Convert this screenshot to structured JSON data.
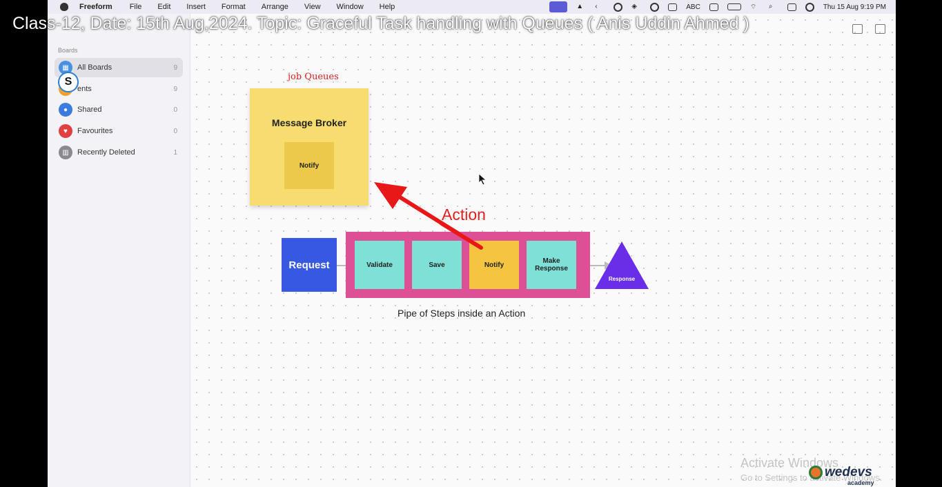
{
  "video": {
    "title": "Class-12, Date: 15th Aug,2024. Topic: Graceful Task handling with Queues ( Anis Uddin Ahmed )",
    "channel_badge": "S"
  },
  "menubar": {
    "app_name": "Freeform",
    "menus": [
      "File",
      "Edit",
      "Insert",
      "Format",
      "Arrange",
      "View",
      "Window",
      "Help"
    ],
    "abc_label": "ABC",
    "datetime": "Thu 15 Aug  9:19 PM"
  },
  "sidebar": {
    "section": "Boards",
    "items": [
      {
        "label": "All Boards",
        "count": "9",
        "icon": "boards-icon",
        "color": "#4a90e2"
      },
      {
        "label": "ents",
        "count": "9",
        "icon": "clock-icon",
        "color": "#f0a030"
      },
      {
        "label": "Shared",
        "count": "0",
        "icon": "people-icon",
        "color": "#3a7be0"
      },
      {
        "label": "Favourites",
        "count": "0",
        "icon": "heart-icon",
        "color": "#e04040"
      },
      {
        "label": "Recently Deleted",
        "count": "1",
        "icon": "trash-icon",
        "color": "#8a8a8e"
      }
    ]
  },
  "board": {
    "job_queues_label": "job Queues",
    "message_broker": {
      "title": "Message Broker",
      "inner": "Notify"
    },
    "action_label": "Action",
    "request": "Request",
    "steps": [
      "Validate",
      "Save",
      "Notify",
      "Make Response"
    ],
    "response": "Response",
    "caption": "Pipe of Steps inside an Action",
    "colors": {
      "sticky": "#f7dc6f",
      "request": "#3658e3",
      "pipe": "#dd5096",
      "step_teal": "#7ee0d6",
      "step_notify": "#f5c542",
      "response": "#6a2ee8",
      "arrow": "#e81818"
    }
  },
  "watermark": {
    "line1": "Activate Windows",
    "line2": "Go to Settings to activate Windows.",
    "brand": "wedevs",
    "brand_sub": "academy"
  }
}
